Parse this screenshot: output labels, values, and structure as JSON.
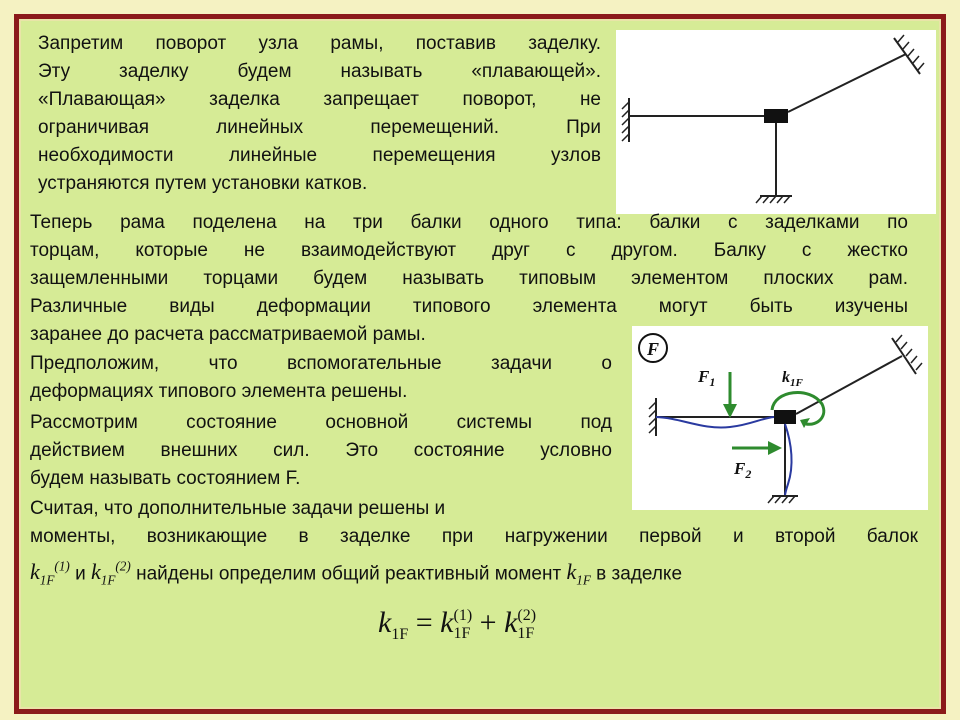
{
  "p1": [
    "Запретим поворот узла рамы, поставив заделку.",
    "Эту заделку будем называть «плавающей».",
    "«Плавающая» заделка запрещает поворот, не",
    "ограничивая линейных перемещений. При",
    "необходимости линейные перемещения узлов",
    "устраняются путем установки катков."
  ],
  "p2": [
    "Теперь рама поделена на три балки одного типа: балки с заделками по",
    "торцам, которые не взаимодействуют друг с другом. Балку с жестко",
    "защемленными торцами будем называть типовым элементом плоских рам.",
    "Различные виды деформации типового элемента могут быть изучены",
    "заранее до расчета рассматриваемой рамы."
  ],
  "p3": [
    "Предположим, что вспомогательные задачи о",
    "деформациях типового элемента решены."
  ],
  "p4": [
    "Рассмотрим состояние основной системы под",
    "действием внешних сил. Это состояние условно",
    "будем называть состоянием F."
  ],
  "p5": [
    "Считая, что дополнительные задачи решены и",
    "моменты, возникающие в заделке при нагружении первой и второй балок"
  ],
  "p5_line3": {
    "t1": "k",
    "t1_sub": "1F",
    "t1_sup": "(1)",
    "conj": " и ",
    "t2": "k",
    "t2_sub": "1F",
    "t2_sup": "(2)",
    "mid": " найдены определим общий реактивный момент ",
    "t3": "k",
    "t3_sub": "1F",
    "end": " в заделке"
  },
  "formula": {
    "lhs": "k",
    "lhs_sub": "1F",
    "eq": " = ",
    "a": "k",
    "a_sub": "1F",
    "a_sup": "(1)",
    "plus": " + ",
    "b": "k",
    "b_sub": "1F",
    "b_sup": "(2)"
  },
  "fig2": {
    "state_label": "F",
    "f1": "F",
    "f1_sub": "1",
    "f2": "F",
    "f2_sub": "2",
    "k": "k",
    "k_sub": "1F"
  },
  "colors": {
    "border": "#8b1a1a",
    "panel": "#d6eb96",
    "arrow_green": "#2e8b2e",
    "deform_blue": "#2a3aa0"
  }
}
